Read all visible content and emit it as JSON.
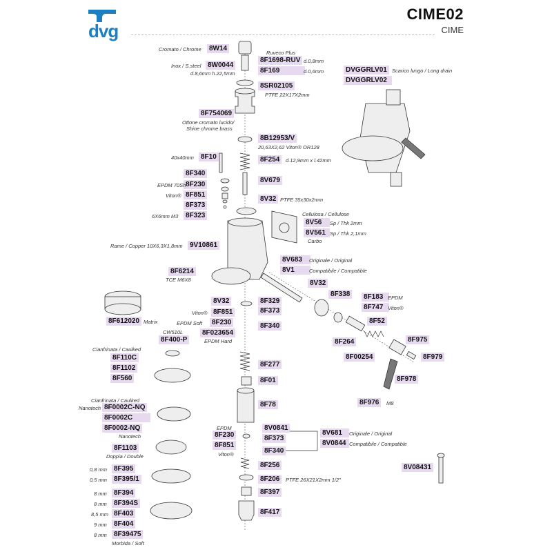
{
  "header": {
    "title": "CIME02",
    "subtitle": "CIME",
    "logo_text": "dvg"
  },
  "codes": {
    "c8W14": "8W14",
    "c8F1698": "8F1698-RUV",
    "c8W0044": "8W0044",
    "c8F169": "8F169",
    "c8SR02105": "8SR02105",
    "c8F754069": "8F754069",
    "c8B12953": "8B12953/V",
    "c8F10": "8F10",
    "c8F254": "8F254",
    "c8F340a": "8F340",
    "c8F230a": "8F230",
    "c8V679": "8V679",
    "c8F851a": "8F851",
    "c8V32a": "8V32",
    "c8F373a": "8F373",
    "c8F323": "8F323",
    "c8V56": "8V56",
    "c8V561": "8V561",
    "c9V10861": "9V10861",
    "c8F6214": "8F6214",
    "c8V683": "8V683",
    "c8V1": "8V1",
    "c8V32b": "8V32",
    "c8F338": "8F338",
    "c8F183": "8F183",
    "c8F747": "8F747",
    "c8V32c": "8V32",
    "c8F329": "8F329",
    "c8F851b": "8F851",
    "c8F373b": "8F373",
    "c8F230b": "8F230",
    "c8F340b": "8F340",
    "c8F023654": "8F023654",
    "c8F52": "8F52",
    "c8F612020": "8F612020",
    "c8F400P": "8F400-P",
    "c8F264": "8F264",
    "c8F975": "8F975",
    "c8F00254": "8F00254",
    "c8F979": "8F979",
    "c8F110C": "8F110C",
    "c8F1102": "8F1102",
    "c8F560": "8F560",
    "c8F277": "8F277",
    "c8F01": "8F01",
    "c8F978": "8F978",
    "c8F976": "8F976",
    "c8F78": "8F78",
    "c8F0002CNQ": "8F0002C-NQ",
    "c8F0002C": "8F0002C",
    "c8F0002NQ": "8F0002-NQ",
    "c8V0841": "8V0841",
    "c8F230c": "8F230",
    "c8F373c": "8F373",
    "c8V681": "8V681",
    "c8V0844": "8V0844",
    "c8F851c": "8F851",
    "c8F340c": "8F340",
    "c8F1103": "8F1103",
    "c8F256": "8F256",
    "c8V08431": "8V08431",
    "c8F395": "8F395",
    "c8F395_1": "8F395/1",
    "c8F206": "8F206",
    "c8F394": "8F394",
    "c8F397": "8F397",
    "c8F394S": "8F394S",
    "c8F403": "8F403",
    "c8F417": "8F417",
    "c8F404": "8F404",
    "c8F39475": "8F39475",
    "cDVGGRLV01": "DVGGRLV01",
    "cDVGGRLV02": "DVGGRLV02"
  },
  "notes": {
    "cromato": "Cromato / Chrome",
    "ruveco": "Ruveco Plus",
    "d08": "d.0,8mm",
    "inox": "Inox / S.steel",
    "d86": "d.8,6mm h.22,5mm",
    "d06": "d.0,6mm",
    "ptfe22": "PTFE 22X17X2mm",
    "ottone1": "Ottone cromato lucido/",
    "ottone2": "Shine chrome brass",
    "oring20": "20,63X2,62 Viton® OR128",
    "d40": "40x40mm",
    "d129": "d.12,9mm x l.42mm",
    "epdm70": "EPDM 70Sh",
    "viton1": "Viton®",
    "ptfe35": "PTFE 35x30x2mm",
    "m3": "6X6mm M3",
    "cellulosa": "Cellulosa / Cellulose",
    "sp2": "Sp / Thk 2mm",
    "sp21": "Sp / Thk 2,1mm",
    "carbo": "Carbo",
    "rame": "Rame / Copper 10X6,3X1,8mm",
    "tce": "TCE M6X8",
    "originale1": "Originale / Original",
    "compatibile1": "Compatibile / Compatible",
    "epdm1": "EPDM",
    "viton2": "Viton®",
    "viton3": "Viton®",
    "epdmsoft": "EPDM Soft",
    "epdmhard": "EPDM Hard",
    "matrix": "Matrix",
    "cw510l": "CW510L",
    "cianfrinata1": "Cianfrinata / Caulked",
    "cianfrinata2": "Cianfrinata / Caulked",
    "nanotech1": "Nanotech",
    "nanotech2": "Nanotech",
    "m8": "M8",
    "epdm2": "EPDM",
    "viton4": "Viton®",
    "originale2": "Originale / Original",
    "compatibile2": "Compatibile / Compatible",
    "doppia": "Doppia / Double",
    "mm08": "0,8 mm",
    "mm05": "0,5 mm",
    "ptfe26": "PTFE 26X21X2mm 1/2\"",
    "mm8a": "8 mm",
    "mm8b": "8 mm",
    "mm85": "8,5 mm",
    "mm9": "9 mm",
    "mm8c": "8 mm",
    "morbida": "Morbida / Soft",
    "scarico": "Scarico lungo / Long drain"
  },
  "colors": {
    "label_bg": "#e6d9f0",
    "logo_blue": "#1b7fc2"
  }
}
